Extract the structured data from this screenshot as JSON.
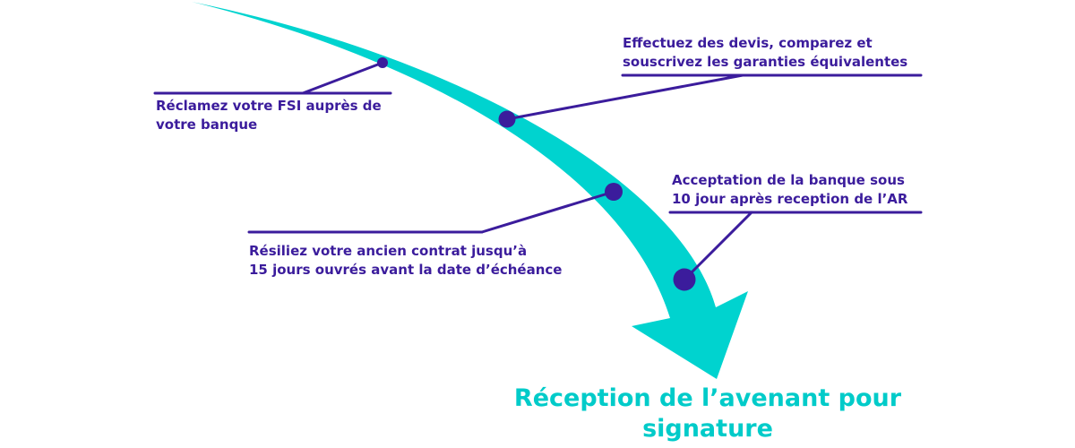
{
  "colors": {
    "arrow": "#00d3cf",
    "accent": "#3b1c9c",
    "final_text": "#00cbc9",
    "background": "#ffffff"
  },
  "steps": [
    {
      "line1": "Réclamez votre FSI auprès de",
      "line2": "votre banque"
    },
    {
      "line1": "Effectuez des devis, comparez et",
      "line2": "souscrivez les garanties équivalentes"
    },
    {
      "line1": "Résiliez votre ancien contrat jusqu’à",
      "line2": "15 jours ouvrés avant la date d’échéance"
    },
    {
      "line1": "Acceptation de la banque sous",
      "line2": "10 jour après reception de l’AR"
    }
  ],
  "final": {
    "line1": "Réception de l’avenant pour",
    "line2": "signature"
  }
}
